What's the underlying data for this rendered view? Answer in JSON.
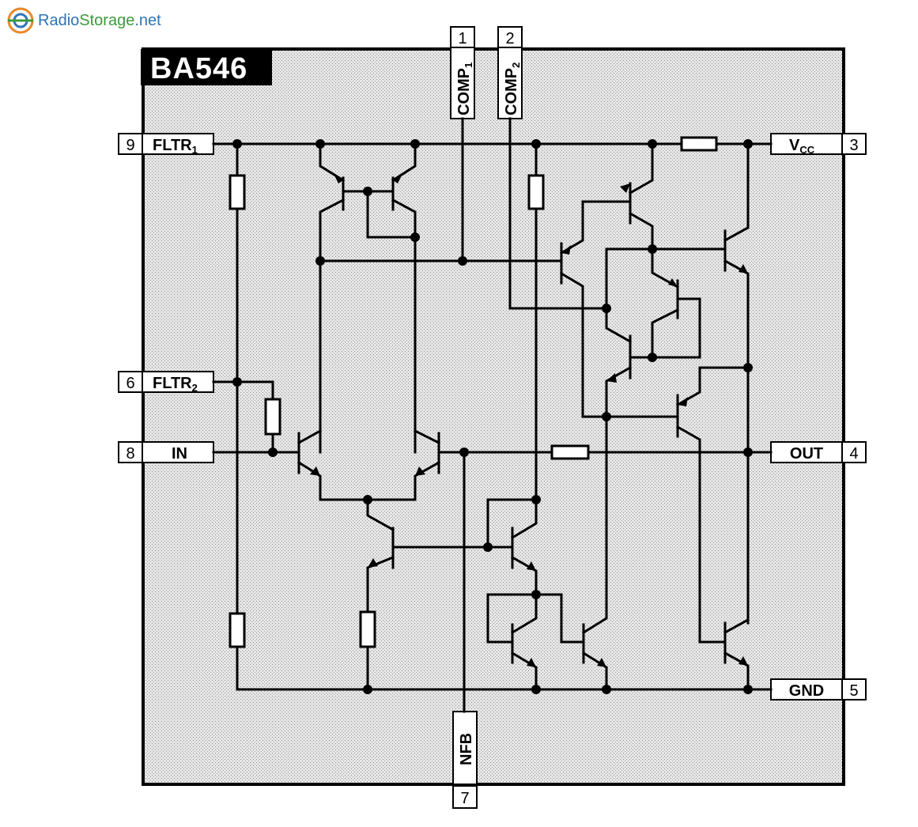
{
  "watermark": {
    "name_part1": "Radio",
    "name_part2": "Storage",
    "suffix": ".net",
    "colors": {
      "blue": "#2f74b5",
      "green": "#3c9a3c",
      "orange": "#e8892a"
    }
  },
  "chip": {
    "title": "BA546"
  },
  "pins": {
    "p1": {
      "number": "1",
      "label": "COMP",
      "sub": "1"
    },
    "p2": {
      "number": "2",
      "label": "COMP",
      "sub": "2"
    },
    "p3": {
      "number": "3",
      "label": "V",
      "sub": "CC"
    },
    "p4": {
      "number": "4",
      "label": "OUT"
    },
    "p5": {
      "number": "5",
      "label": "GND"
    },
    "p6": {
      "number": "6",
      "label": "FLTR",
      "sub": "2"
    },
    "p7": {
      "number": "7",
      "label": "NFB"
    },
    "p8": {
      "number": "8",
      "label": "IN"
    },
    "p9": {
      "number": "9",
      "label": "FLTR",
      "sub": "1"
    }
  },
  "colors": {
    "body_fill": "#d9d9d9",
    "line": "#000000",
    "title_bg": "#000000"
  }
}
